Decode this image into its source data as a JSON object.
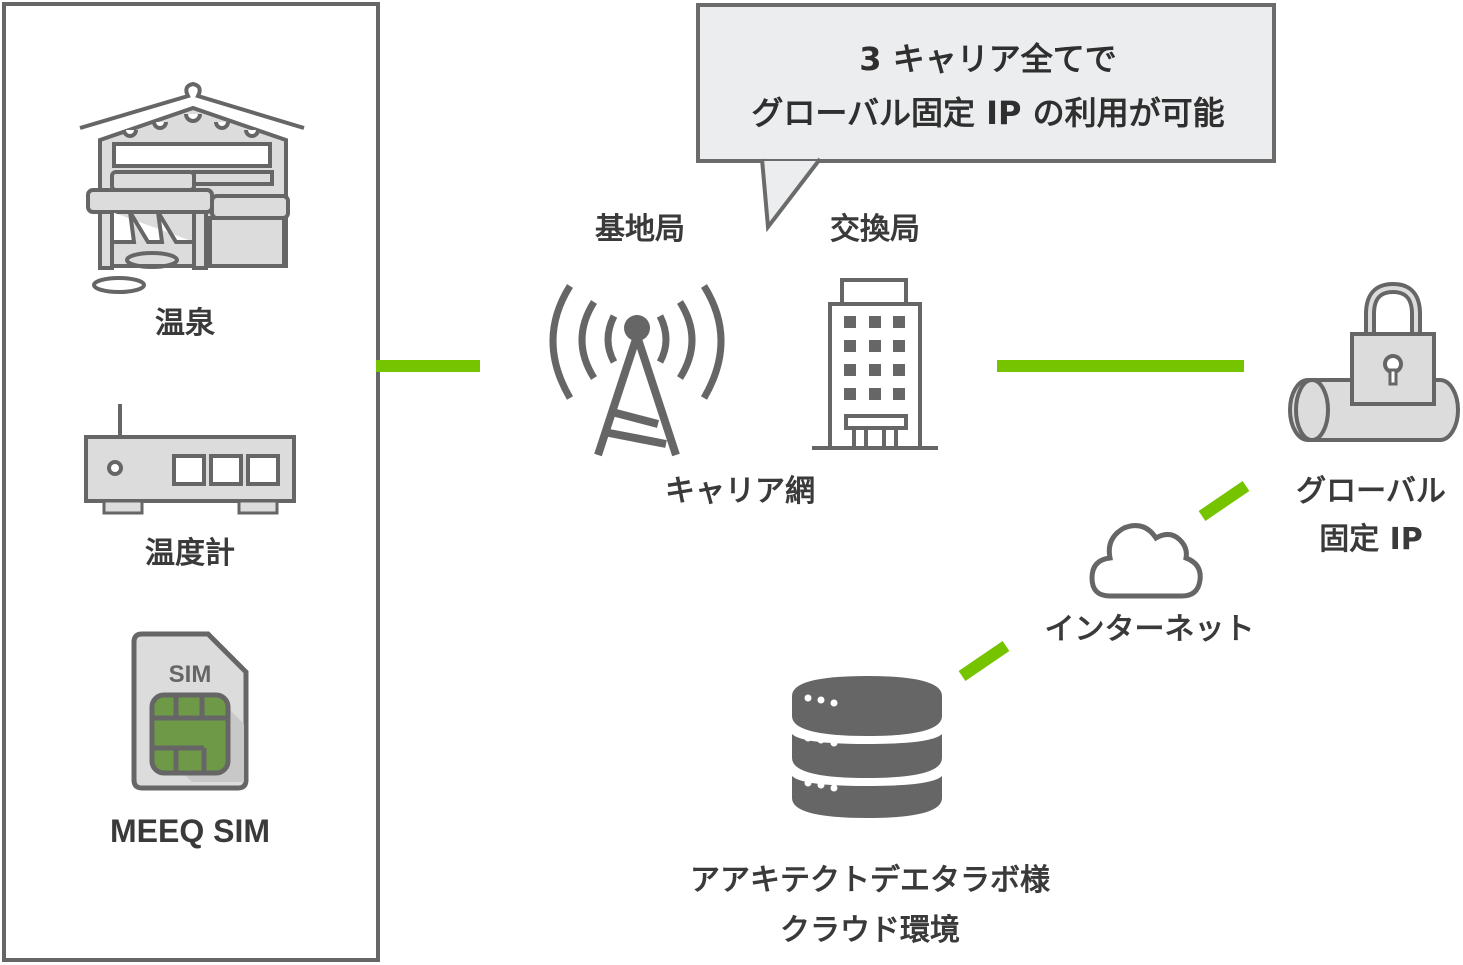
{
  "devices": {
    "onsen_label": "温泉",
    "thermometer_label": "温度計",
    "sim_label": "MEEQ SIM",
    "sim_card_text": "SIM"
  },
  "carrier": {
    "base_station_label": "基地局",
    "exchange_label": "交換局",
    "network_label": "キャリア網"
  },
  "callout": {
    "line1": "3 キャリア全てで",
    "line2": "グローバル固定 IP の利用が可能"
  },
  "global_ip": {
    "line1": "グローバル",
    "line2": "固定 IP"
  },
  "internet": {
    "label": "インターネット"
  },
  "cloud": {
    "line1": "アアキテクトデエタラボ様",
    "line2": "クラウド環境"
  },
  "colors": {
    "connection": "#76c400",
    "icon_stroke": "#666666",
    "icon_fill": "#dcdcdc",
    "sim_chip": "#6e9a48",
    "callout_bg": "#ecedee"
  }
}
